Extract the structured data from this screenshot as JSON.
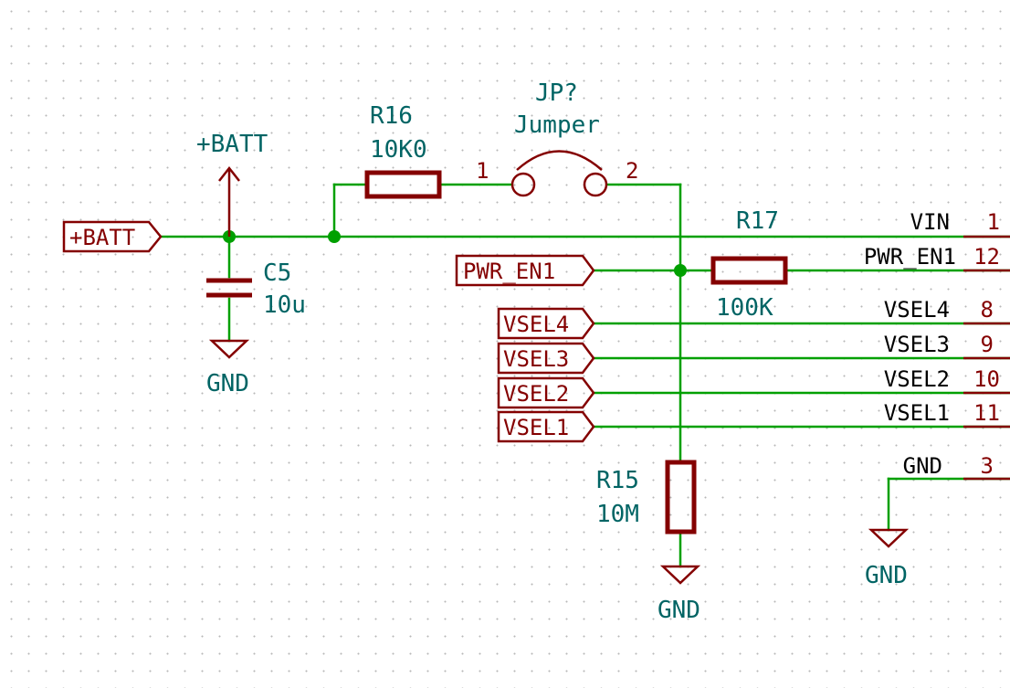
{
  "colors": {
    "wire": "#00a000",
    "component": "#840000",
    "reference": "#006464",
    "pin_name": "#000000"
  },
  "global_labels": {
    "batt": "+BATT",
    "pwr_en1": "PWR_EN1",
    "vsel4": "VSEL4",
    "vsel3": "VSEL3",
    "vsel2": "VSEL2",
    "vsel1": "VSEL1"
  },
  "power": {
    "batt_symbol": "+BATT",
    "gnd_c5": "GND",
    "gnd_r15": "GND",
    "gnd_conn": "GND"
  },
  "components": {
    "c5": {
      "ref": "C5",
      "value": "10u"
    },
    "r16": {
      "ref": "R16",
      "value": "10K0"
    },
    "jumper": {
      "ref": "JP?",
      "value": "Jumper",
      "pin1": "1",
      "pin2": "2"
    },
    "r17": {
      "ref": "R17",
      "value": "100K"
    },
    "r15": {
      "ref": "R15",
      "value": "10M"
    }
  },
  "connector_pins": [
    {
      "name": "VIN",
      "number": "1"
    },
    {
      "name": "PWR_EN1",
      "number": "12"
    },
    {
      "name": "VSEL4",
      "number": "8"
    },
    {
      "name": "VSEL3",
      "number": "9"
    },
    {
      "name": "VSEL2",
      "number": "10"
    },
    {
      "name": "VSEL1",
      "number": "11"
    },
    {
      "name": "GND",
      "number": "3"
    }
  ]
}
